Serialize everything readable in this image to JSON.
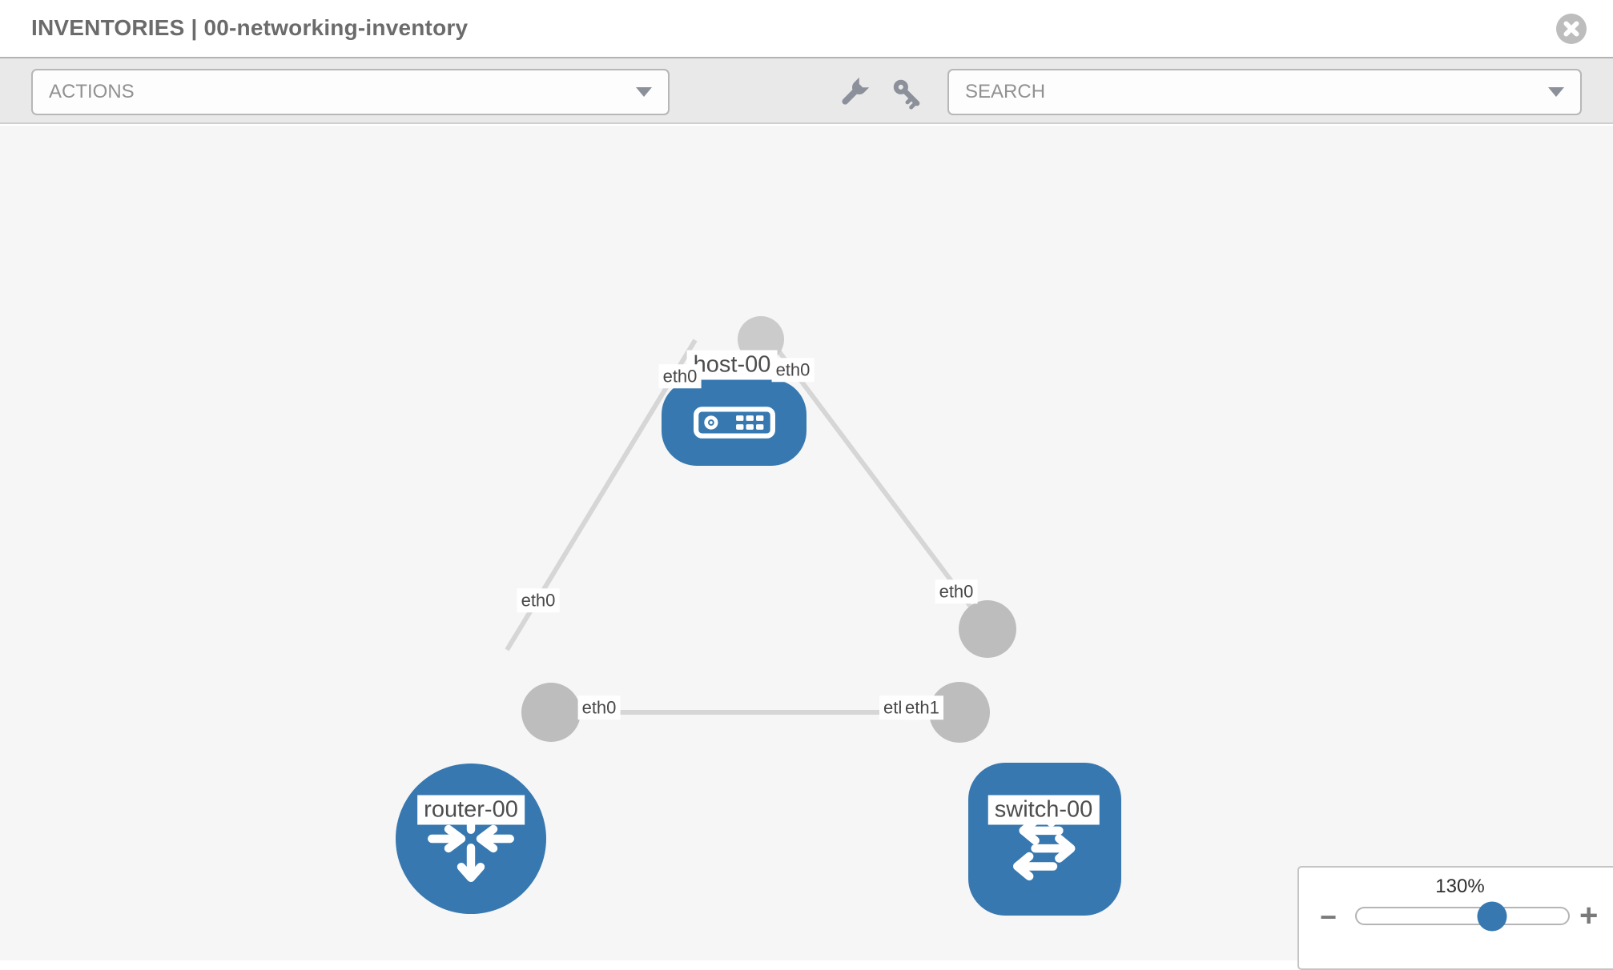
{
  "header": {
    "title": "INVENTORIES | 00-networking-inventory"
  },
  "toolbar": {
    "actions_label": "ACTIONS",
    "search_label": "SEARCH",
    "icons": [
      "wrench-icon",
      "key-icon",
      "chevron-down-icon",
      "close-icon"
    ]
  },
  "topology": {
    "nodes": [
      {
        "id": "host-00",
        "type": "host",
        "label": "host-00"
      },
      {
        "id": "router-00",
        "type": "router",
        "label": "router-00"
      },
      {
        "id": "switch-00",
        "type": "switch",
        "label": "switch-00"
      }
    ],
    "links": [
      {
        "from": "host-00",
        "from_interface": "eth0",
        "to": "router-00",
        "to_interface": "eth0"
      },
      {
        "from": "host-00",
        "from_interface": "eth0",
        "to": "switch-00",
        "to_interface": "eth0"
      },
      {
        "from": "router-00",
        "from_interface": "eth0",
        "to": "switch-00",
        "to_interface": "eth1"
      }
    ]
  },
  "zoom_panel": {
    "level": "130%",
    "minus_label": "−",
    "plus_label": "+",
    "slider_percent": 64
  },
  "colors": {
    "node_blue": "#3778b0",
    "link_gray": "#d6d6d6",
    "interface_gray": "#bdbdbd",
    "icon_gray": "#8b909a",
    "toolbar_gray": "#e9e9e9",
    "canvas_gray": "#f6f6f6"
  }
}
